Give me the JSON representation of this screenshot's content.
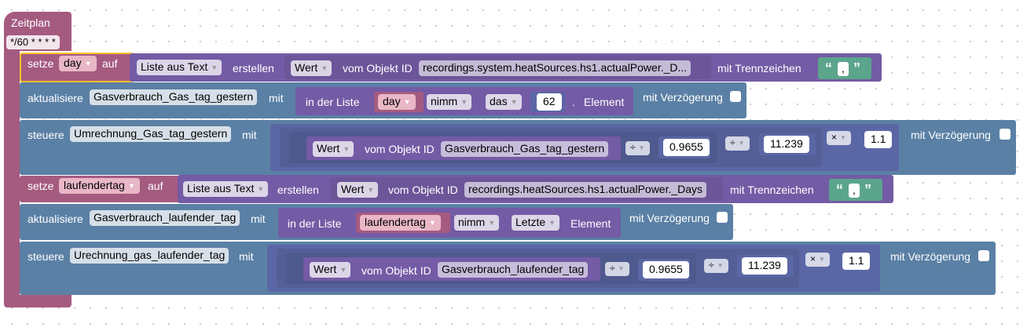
{
  "hat": {
    "title": "Zeitplan",
    "cron": "*/60 * * * *"
  },
  "row1": {
    "set": "setze",
    "var": "day",
    "auf": "auf",
    "list_text": "Liste aus Text",
    "create": "erstellen",
    "value": "Wert",
    "from_obj": "vom Objekt ID",
    "obj_id": "recordings.system.heatSources.hs1.actualPower._D...",
    "separator_label": "mit Trennzeichen",
    "quote_open": "“",
    "separator": ",",
    "quote_close": "”"
  },
  "row2": {
    "update": "aktualisiere",
    "target": "Gasverbrauch_Gas_tag_gestern",
    "mit": "mit",
    "in_list": "in der Liste",
    "var": "day",
    "take": "nimm",
    "which": "das",
    "index": "62",
    "dot": ".",
    "element": "Element",
    "delay": "mit Verzögerung"
  },
  "row3": {
    "control": "steuere",
    "target": "Umrechnung_Gas_tag_gestern",
    "mit": "mit",
    "value": "Wert",
    "from_obj": "vom Objekt ID",
    "obj_id": "Gasverbrauch_Gas_tag_gestern",
    "op_div1": "÷",
    "num1": "0.9655",
    "op_div2": "÷",
    "num2": "11.239",
    "op_mul": "×",
    "num3": "1.1",
    "delay": "mit Verzögerung"
  },
  "row4": {
    "set": "setze",
    "var": "laufendertag",
    "auf": "auf",
    "list_text": "Liste aus Text",
    "create": "erstellen",
    "value": "Wert",
    "from_obj": "vom Objekt ID",
    "obj_id": "recordings.heatSources.hs1.actualPower._Days",
    "separator_label": "mit Trennzeichen",
    "quote_open": "“",
    "separator": ",",
    "quote_close": "”"
  },
  "row5": {
    "update": "aktualisiere",
    "target": "Gasverbrauch_laufender_tag",
    "mit": "mit",
    "in_list": "in der Liste",
    "var": "laufendertag",
    "take": "nimm",
    "which": "Letzte",
    "element": "Element",
    "delay": "mit Verzögerung"
  },
  "row6": {
    "control": "steuere",
    "target": "Urechnung_gas_laufender_tag",
    "mit": "mit",
    "value": "Wert",
    "from_obj": "vom Objekt ID",
    "obj_id": "Gasverbrauch_laufender_tag",
    "op_div1": "÷",
    "num1": "0.9655",
    "op_div2": "÷",
    "num2": "11.239",
    "op_mul": "×",
    "num3": "1.1",
    "delay": "mit Verzögerung"
  },
  "colors": {
    "variables": "#a55b80",
    "control": "#5b80a5",
    "lists": "#745ba5",
    "math": "#5b67a5",
    "text": "#5ba58c",
    "selection": "#fbc02d"
  }
}
